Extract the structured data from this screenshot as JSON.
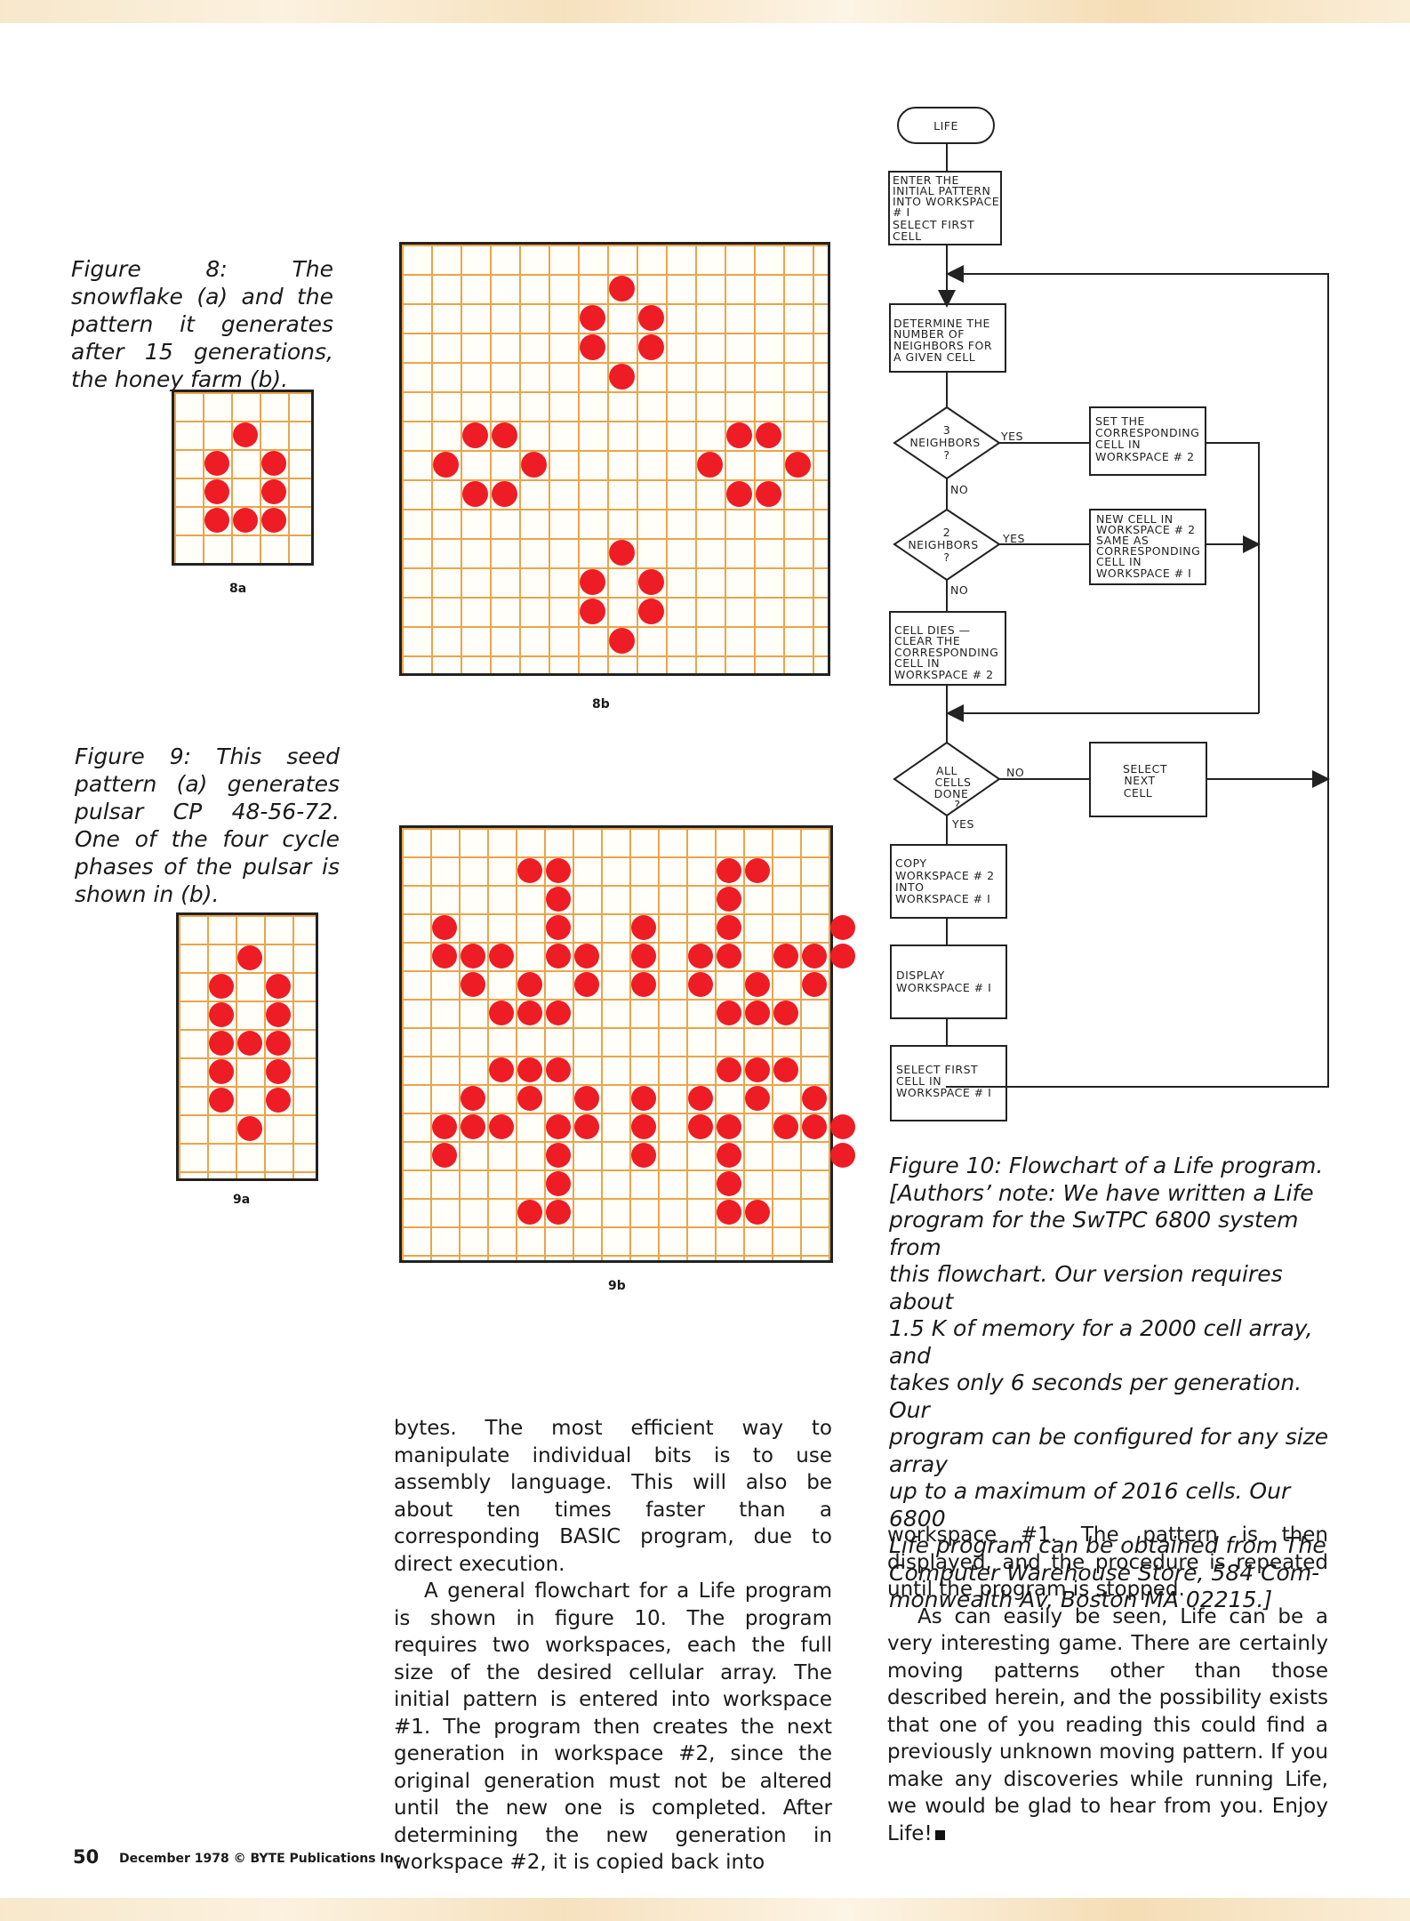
{
  "page": {
    "number": "50",
    "footer": "December 1978 © BYTE Publications Inc"
  },
  "figure8": {
    "caption": "Figure 8: The snowflake (a) and the pattern it generates after 15 generations, the honey farm (b).",
    "label_a": "8a",
    "label_b": "8b"
  },
  "figure9": {
    "caption": "Figure 9: This seed pattern (a) generates pulsar CP 48-56-72. One of the four cycle phases of the pulsar is shown in (b).",
    "label_a": "9a",
    "label_b": "9b"
  },
  "flowchart": {
    "start": "LIFE",
    "step_enter": [
      "ENTER THE",
      "INITIAL PATTERN",
      "INTO WORKSPACE",
      "# I",
      "SELECT FIRST",
      "CELL"
    ],
    "step_determine": [
      "DETERMINE THE",
      "NUMBER OF",
      "NEIGHBORS FOR",
      "A GIVEN CELL"
    ],
    "decision_3": [
      "3",
      "NEIGHBORS",
      "?"
    ],
    "decision_2": [
      "2",
      "NEIGHBORS",
      "?"
    ],
    "yes": "YES",
    "no": "NO",
    "step_set": [
      "SET THE",
      "CORRESPONDING",
      "CELL IN",
      "WORKSPACE # 2"
    ],
    "step_new": [
      "NEW CELL IN",
      "WORKSPACE # 2",
      "SAME AS",
      "CORRESPONDING",
      "CELL IN",
      "WORKSPACE # I"
    ],
    "step_dies": [
      "CELL DIES —",
      "CLEAR THE",
      "CORRESPONDING",
      "CELL IN",
      "WORKSPACE # 2"
    ],
    "decision_all": [
      "ALL",
      "CELLS",
      "DONE",
      "?"
    ],
    "step_next": [
      "SELECT",
      "NEXT",
      "CELL"
    ],
    "step_copy": [
      "COPY",
      "WORKSPACE # 2",
      "INTO",
      "WORKSPACE # I"
    ],
    "step_display": [
      "DISPLAY",
      "WORKSPACE # I"
    ],
    "step_first": [
      "SELECT FIRST",
      "CELL IN",
      "WORKSPACE # I"
    ]
  },
  "figure10": {
    "caption_lines": [
      "Figure 10: Flowchart of a Life program.",
      "[Authors’ note: We have written a Life",
      "program for the SwTPC 6800 system from",
      "this flowchart. Our version requires about",
      "1.5 K of memory for a 2000 cell array, and",
      "takes only 6 seconds per generation. Our",
      "program can be configured for any size array",
      "up to a maximum of 2016 cells. Our 6800",
      "Life program can be obtained from The",
      "Computer Warehouse Store, 584 Com-",
      "monwealth Av, Boston MA 02215.]"
    ]
  },
  "column_left": {
    "paragraph1": "bytes. The most efficient way to manipulate individual bits is to use assembly language. This will also be about ten times faster than a corresponding BASIC program, due to direct execution.",
    "paragraph2": "A general flowchart for a Life program is shown in figure 10. The program requires two workspaces, each the full size of the desired cellular array. The initial pattern is entered into workspace #1. The program then creates the next generation in workspace #2, since the original generation must not be altered until the new one is completed. After determining the new generation in workspace #2, it is copied back into"
  },
  "column_right": {
    "paragraph1": "workspace #1. The pattern is then displayed, and the procedure is repeated until the program is stopped.",
    "paragraph2": "As can easily be seen, Life can be a very interesting game. There are certainly moving patterns other than those described herein, and the possibility exists that one of you reading this could find a previously unknown moving pattern. If you make any discoveries while running Life, we would be glad to hear from you. Enjoy Life!"
  },
  "patterns": {
    "fig8a": [
      [
        2,
        1
      ],
      [
        1,
        2
      ],
      [
        3,
        2
      ],
      [
        1,
        3
      ],
      [
        3,
        3
      ],
      [
        1,
        4
      ],
      [
        2,
        4
      ],
      [
        3,
        4
      ]
    ],
    "fig8b": [
      [
        7,
        1
      ],
      [
        6,
        2
      ],
      [
        8,
        2
      ],
      [
        6,
        3
      ],
      [
        8,
        3
      ],
      [
        7,
        4
      ],
      [
        2,
        6
      ],
      [
        3,
        6
      ],
      [
        11,
        6
      ],
      [
        12,
        6
      ],
      [
        1,
        7
      ],
      [
        4,
        7
      ],
      [
        10,
        7
      ],
      [
        13,
        7
      ],
      [
        2,
        8
      ],
      [
        3,
        8
      ],
      [
        11,
        8
      ],
      [
        12,
        8
      ],
      [
        7,
        10
      ],
      [
        6,
        11
      ],
      [
        8,
        11
      ],
      [
        6,
        12
      ],
      [
        8,
        12
      ],
      [
        7,
        13
      ]
    ],
    "fig9a": [
      [
        2,
        1
      ],
      [
        1,
        2
      ],
      [
        3,
        2
      ],
      [
        1,
        3
      ],
      [
        3,
        3
      ],
      [
        1,
        4
      ],
      [
        2,
        4
      ],
      [
        3,
        4
      ],
      [
        1,
        5
      ],
      [
        3,
        5
      ],
      [
        1,
        6
      ],
      [
        3,
        6
      ],
      [
        2,
        7
      ]
    ],
    "fig9b": [
      [
        4,
        1
      ],
      [
        5,
        1
      ],
      [
        11,
        1
      ],
      [
        12,
        1
      ],
      [
        5,
        2
      ],
      [
        11,
        2
      ],
      [
        1,
        3
      ],
      [
        5,
        3
      ],
      [
        8,
        3
      ],
      [
        11,
        3
      ],
      [
        15,
        3
      ],
      [
        1,
        4
      ],
      [
        2,
        4
      ],
      [
        3,
        4
      ],
      [
        5,
        4
      ],
      [
        6,
        4
      ],
      [
        8,
        4
      ],
      [
        10,
        4
      ],
      [
        11,
        4
      ],
      [
        13,
        4
      ],
      [
        14,
        4
      ],
      [
        15,
        4
      ],
      [
        2,
        5
      ],
      [
        4,
        5
      ],
      [
        6,
        5
      ],
      [
        8,
        5
      ],
      [
        10,
        5
      ],
      [
        12,
        5
      ],
      [
        14,
        5
      ],
      [
        3,
        6
      ],
      [
        4,
        6
      ],
      [
        5,
        6
      ],
      [
        11,
        6
      ],
      [
        12,
        6
      ],
      [
        13,
        6
      ],
      [
        3,
        8
      ],
      [
        4,
        8
      ],
      [
        5,
        8
      ],
      [
        11,
        8
      ],
      [
        12,
        8
      ],
      [
        13,
        8
      ],
      [
        2,
        9
      ],
      [
        4,
        9
      ],
      [
        6,
        9
      ],
      [
        8,
        9
      ],
      [
        10,
        9
      ],
      [
        12,
        9
      ],
      [
        14,
        9
      ],
      [
        1,
        10
      ],
      [
        2,
        10
      ],
      [
        3,
        10
      ],
      [
        5,
        10
      ],
      [
        6,
        10
      ],
      [
        8,
        10
      ],
      [
        10,
        10
      ],
      [
        11,
        10
      ],
      [
        13,
        10
      ],
      [
        14,
        10
      ],
      [
        15,
        10
      ],
      [
        1,
        11
      ],
      [
        5,
        11
      ],
      [
        8,
        11
      ],
      [
        11,
        11
      ],
      [
        15,
        11
      ],
      [
        5,
        12
      ],
      [
        11,
        12
      ],
      [
        4,
        13
      ],
      [
        5,
        13
      ],
      [
        11,
        13
      ],
      [
        12,
        13
      ]
    ]
  }
}
